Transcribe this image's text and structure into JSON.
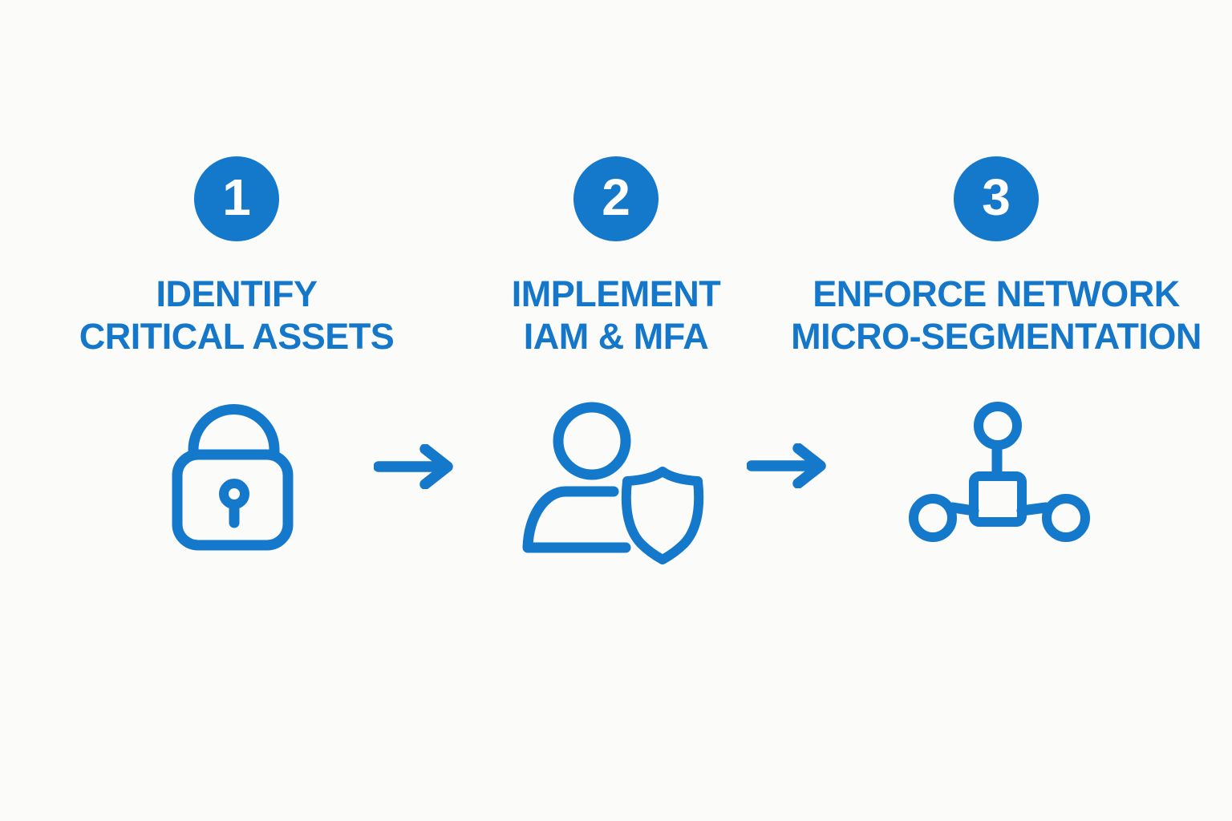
{
  "diagram": {
    "type": "process-flow-infographic",
    "steps": [
      {
        "number": "1",
        "title_line1": "IDENTIFY",
        "title_line2": "CRITICAL ASSETS",
        "icon": "padlock-icon"
      },
      {
        "number": "2",
        "title_line1": "IMPLEMENT",
        "title_line2": "IAM & MFA",
        "icon": "user-shield-icon"
      },
      {
        "number": "3",
        "title_line1": "ENFORCE NETWORK",
        "title_line2": "MICRO-SEGMENTATION",
        "icon": "network-segmentation-icon"
      }
    ],
    "connectors": [
      "right-arrow",
      "right-arrow"
    ]
  },
  "colors": {
    "accent": "#1478CB",
    "title_text": "#1577C9",
    "background": "#fbfbfa",
    "number_text": "#ffffff"
  }
}
